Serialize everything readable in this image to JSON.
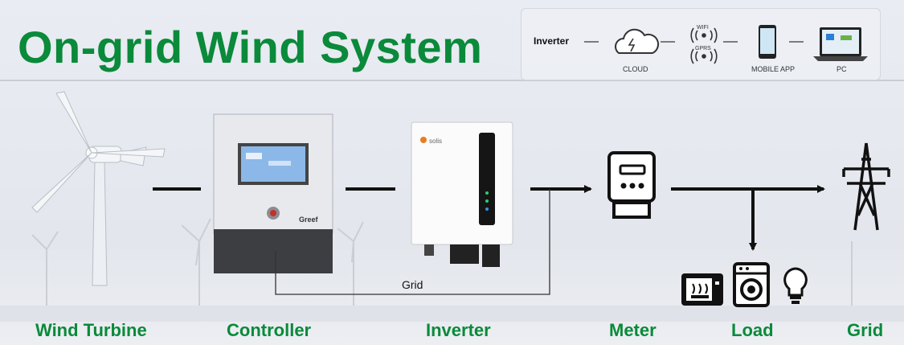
{
  "header": {
    "title": "On-grid Wind System"
  },
  "monitoring": {
    "inverter": "Inverter",
    "cloud": "CLOUD",
    "wifi": "WIFI",
    "gprs": "GPRS",
    "mobile_app": "MOBILE APP",
    "pc": "PC"
  },
  "device_text": {
    "controller_brand": "Greef",
    "inverter_brand": "solis"
  },
  "stages": {
    "wind_turbine": "Wind Turbine",
    "controller": "Controller",
    "inverter": "Inverter",
    "meter": "Meter",
    "load": "Load",
    "grid": "Grid"
  },
  "grid_return_label": "Grid",
  "colors": {
    "title_green": "#0a8a3a",
    "line": "#111111"
  }
}
